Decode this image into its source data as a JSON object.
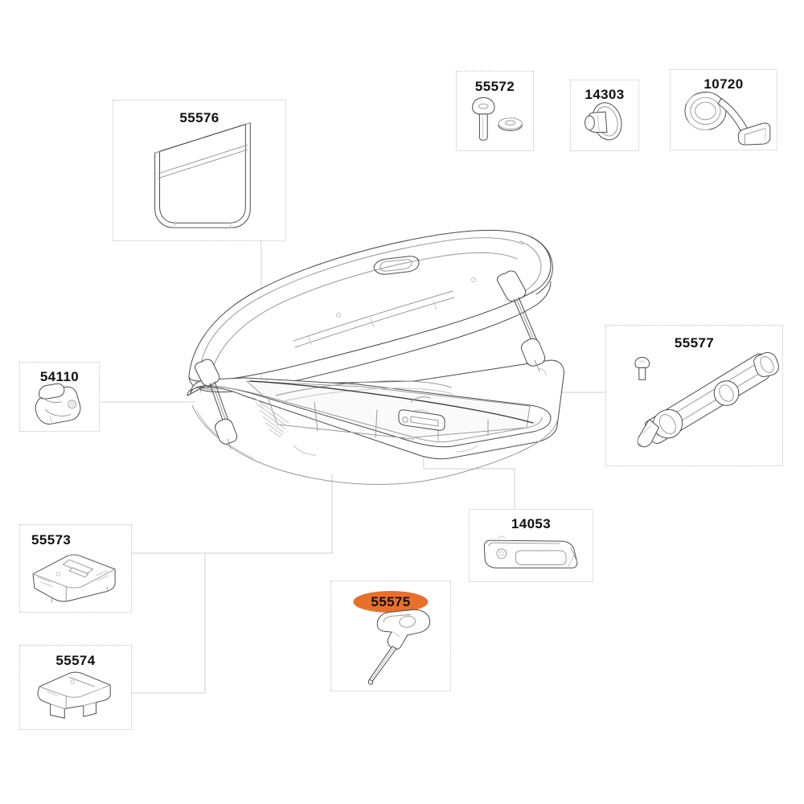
{
  "diagram": {
    "title": "Roof box exploded parts diagram",
    "background_color": "#ffffff",
    "line_color": "#4a4a4a",
    "leader_color": "#cfcfcf",
    "box_border_color": "#c0c0c0",
    "highlight_color": "#e8702a",
    "label_color": "#111111"
  },
  "main_subject": {
    "name": "roof-cargo-box",
    "description": "Open roof cargo box shown in three-quarter view with raised lid, two gas struts and front latch"
  },
  "parts": [
    {
      "id": "55576",
      "label": "55576",
      "name": "storage-pocket",
      "label_align": "center",
      "highlighted": false
    },
    {
      "id": "55572",
      "label": "55572",
      "name": "screw-and-washer",
      "label_align": "center",
      "highlighted": false
    },
    {
      "id": "14303",
      "label": "14303",
      "name": "rubber-grommet",
      "label_align": "center",
      "highlighted": false
    },
    {
      "id": "10720",
      "label": "10720",
      "name": "strap-with-buckle",
      "label_align": "center",
      "highlighted": false
    },
    {
      "id": "54110",
      "label": "54110",
      "name": "lock-cylinder",
      "label_align": "center",
      "highlighted": false
    },
    {
      "id": "55577",
      "label": "55577",
      "name": "gas-strut-assembly",
      "label_align": "center",
      "highlighted": false
    },
    {
      "id": "14053",
      "label": "14053",
      "name": "latch-handle-trim",
      "label_align": "center",
      "highlighted": false
    },
    {
      "id": "55573",
      "label": "55573",
      "name": "mounting-clamp-upper",
      "label_align": "left",
      "highlighted": false
    },
    {
      "id": "55574",
      "label": "55574",
      "name": "mounting-clamp-lower",
      "label_align": "center",
      "highlighted": false
    },
    {
      "id": "55575",
      "label": "55575",
      "name": "t-handle-hex-key",
      "label_align": "center",
      "highlighted": true
    }
  ]
}
